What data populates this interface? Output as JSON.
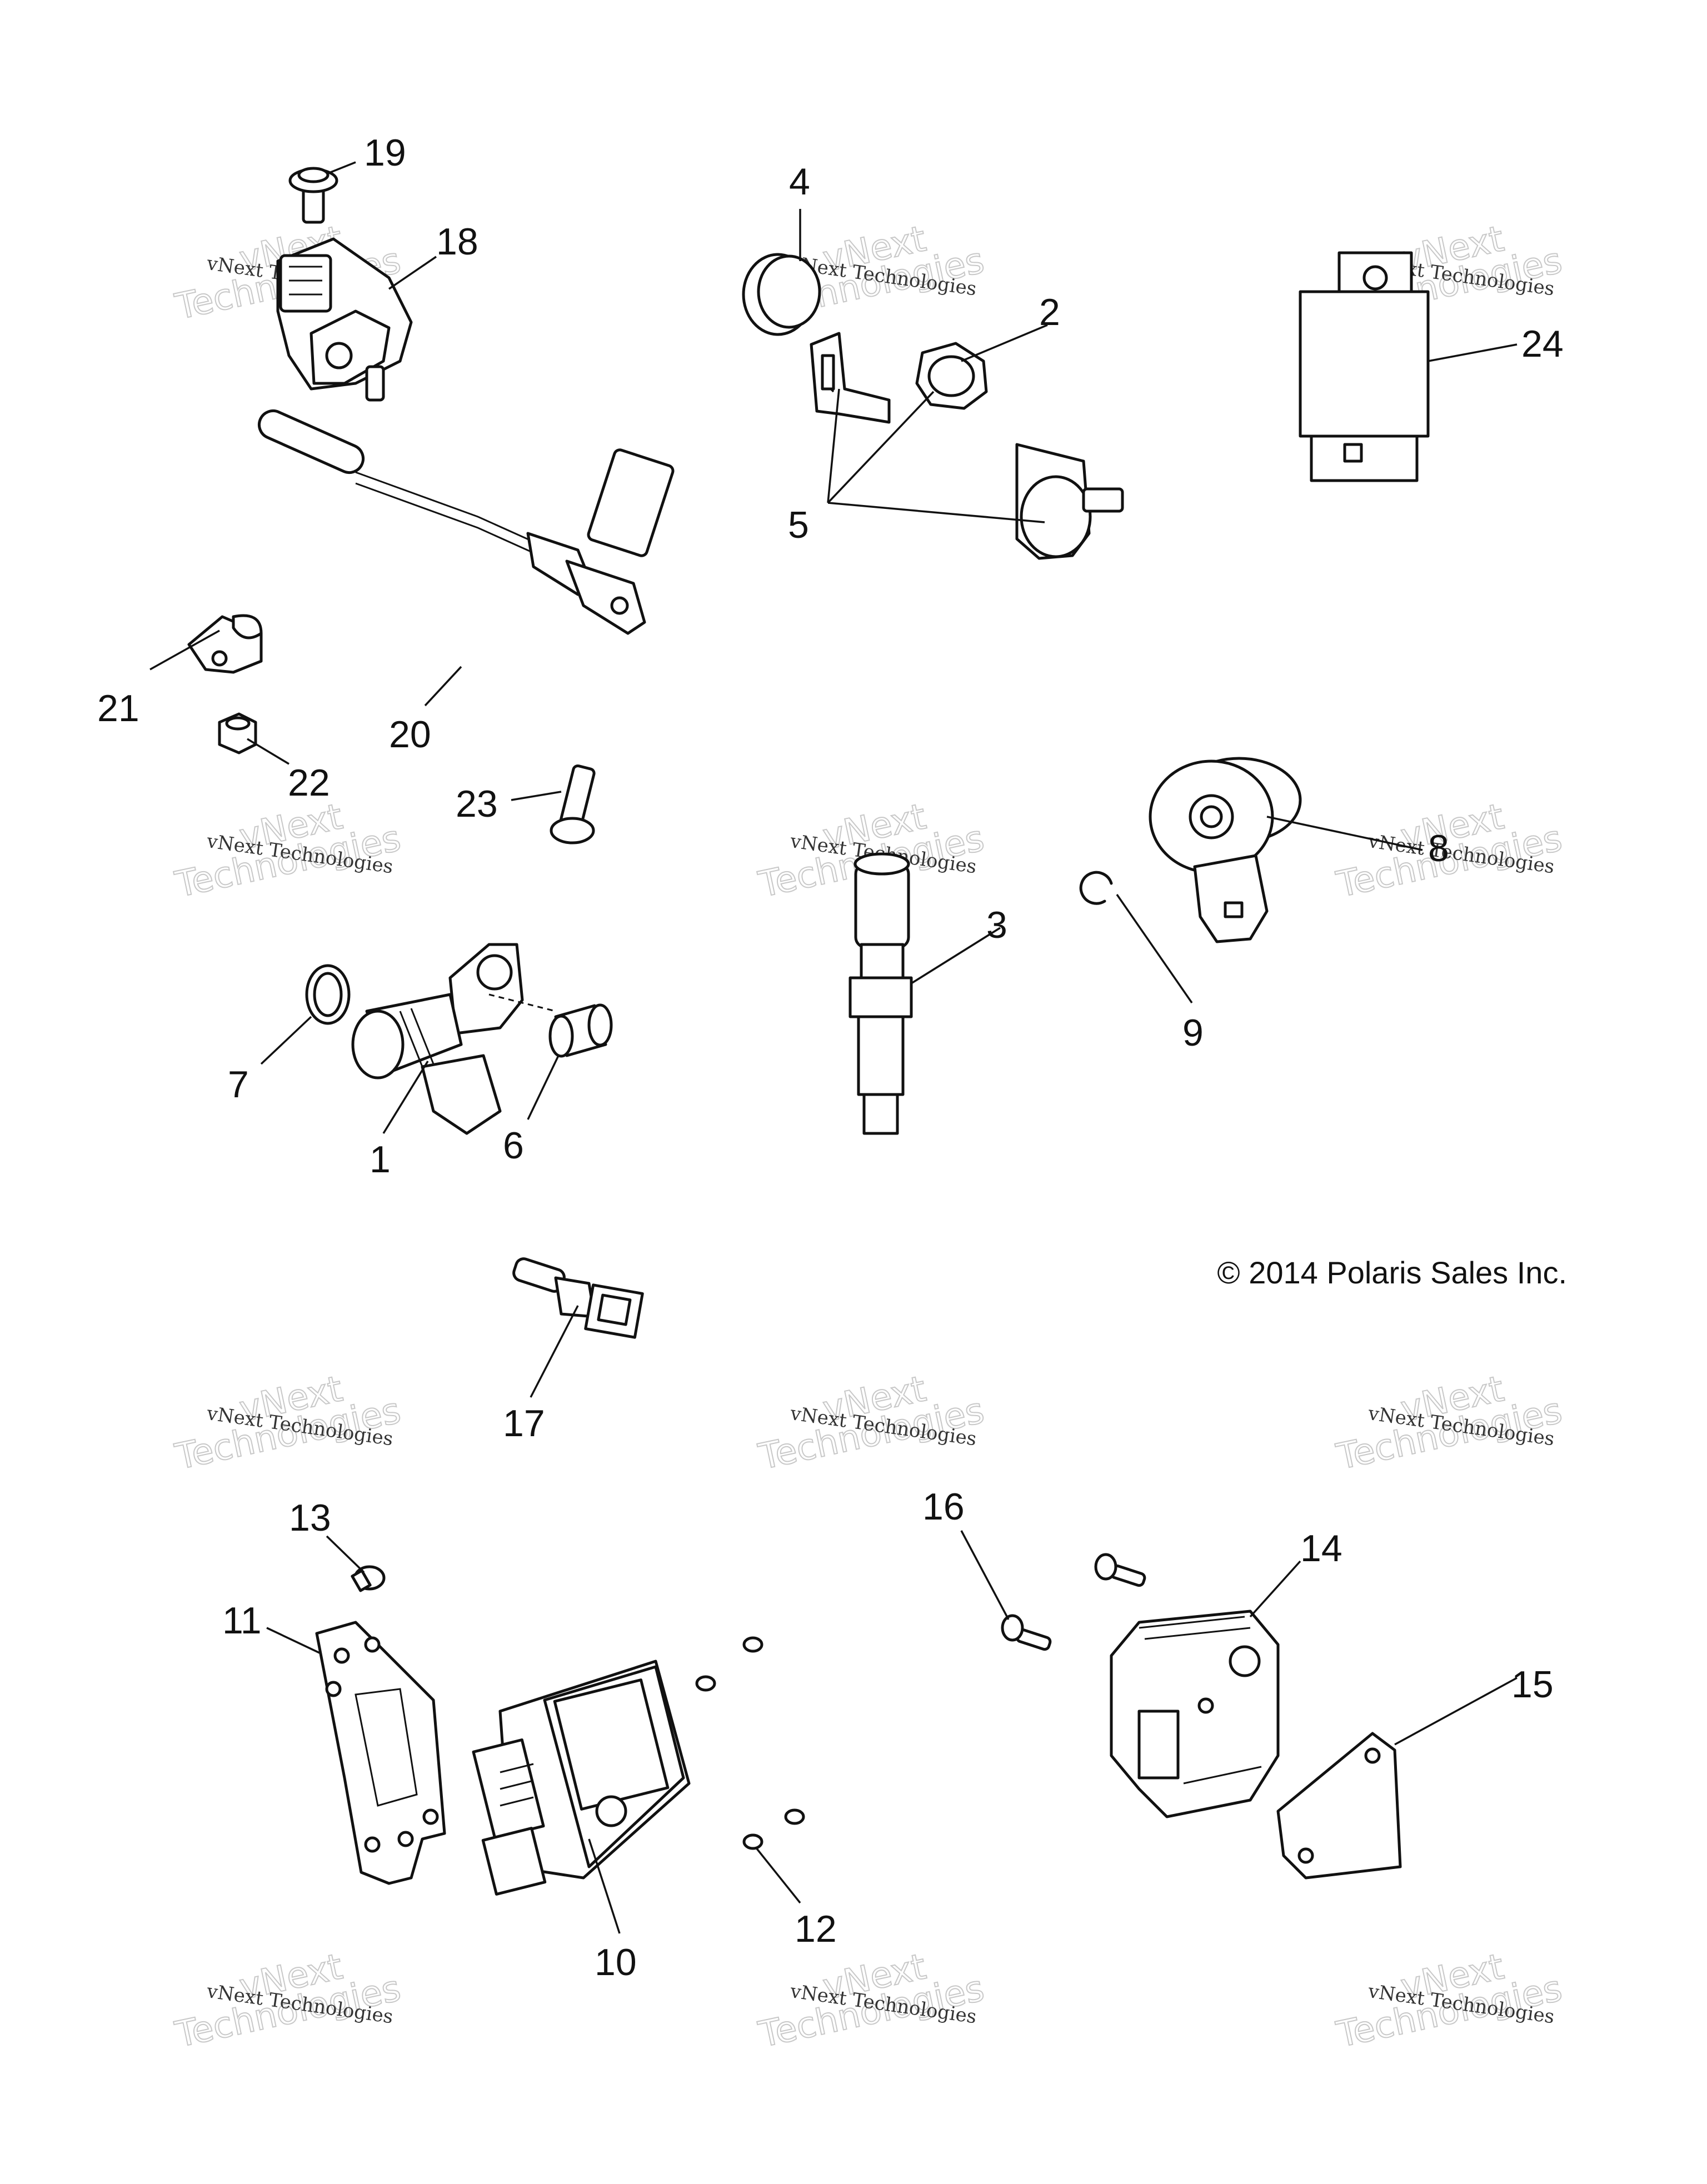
{
  "copyright": "© 2014 Polaris Sales Inc.",
  "watermark": {
    "line1": "vNext Technologies",
    "line2": "vNext",
    "line3": "Technologies"
  },
  "callouts": {
    "n1": "1",
    "n2": "2",
    "n3": "3",
    "n4": "4",
    "n5": "5",
    "n6": "6",
    "n7": "7",
    "n8": "8",
    "n9": "9",
    "n10": "10",
    "n11": "11",
    "n12": "12",
    "n13": "13",
    "n14": "14",
    "n15": "15",
    "n16": "16",
    "n17": "17",
    "n18": "18",
    "n19": "19",
    "n20": "20",
    "n21": "21",
    "n22": "22",
    "n23": "23",
    "n24": "24"
  }
}
